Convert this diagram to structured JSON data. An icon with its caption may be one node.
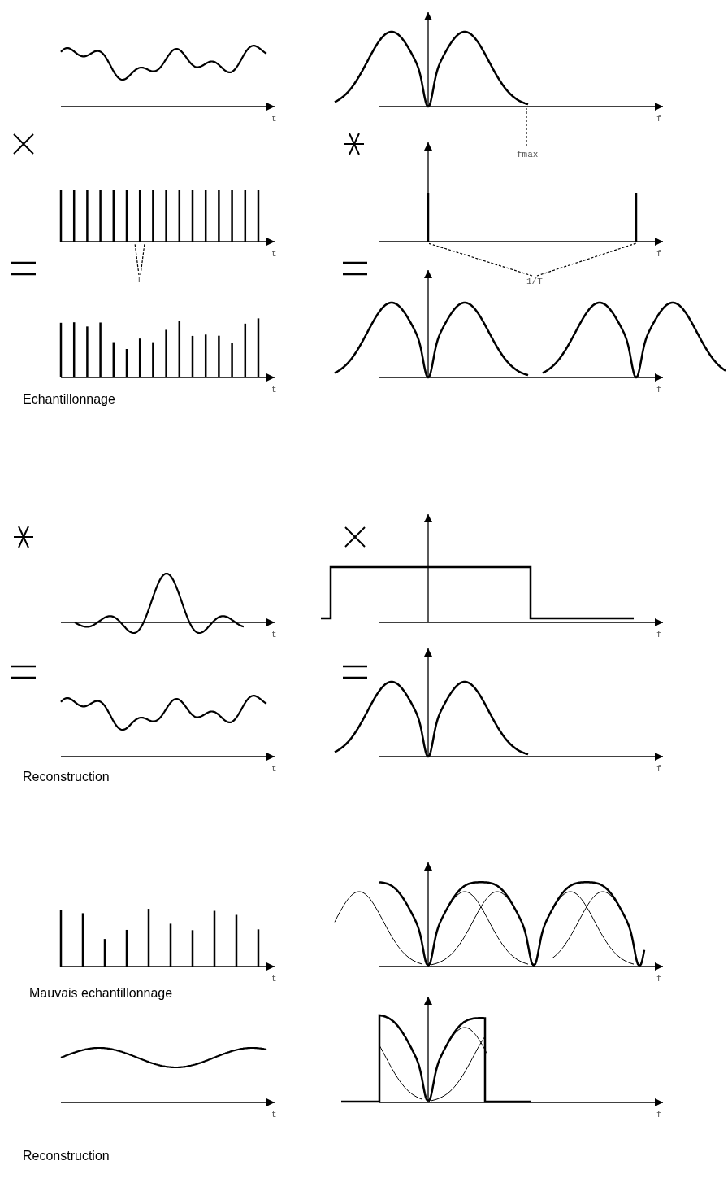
{
  "diagram": {
    "labels": [
      "t",
      "f",
      "fmax",
      "t",
      "f",
      "T",
      "1/T",
      "t",
      "f",
      "Echantillonnage",
      "t",
      "f",
      "t",
      "f",
      "Reconstruction",
      "t",
      "f",
      "Mauvais echantillonnage",
      "t",
      "f",
      "Reconstruction"
    ]
  }
}
